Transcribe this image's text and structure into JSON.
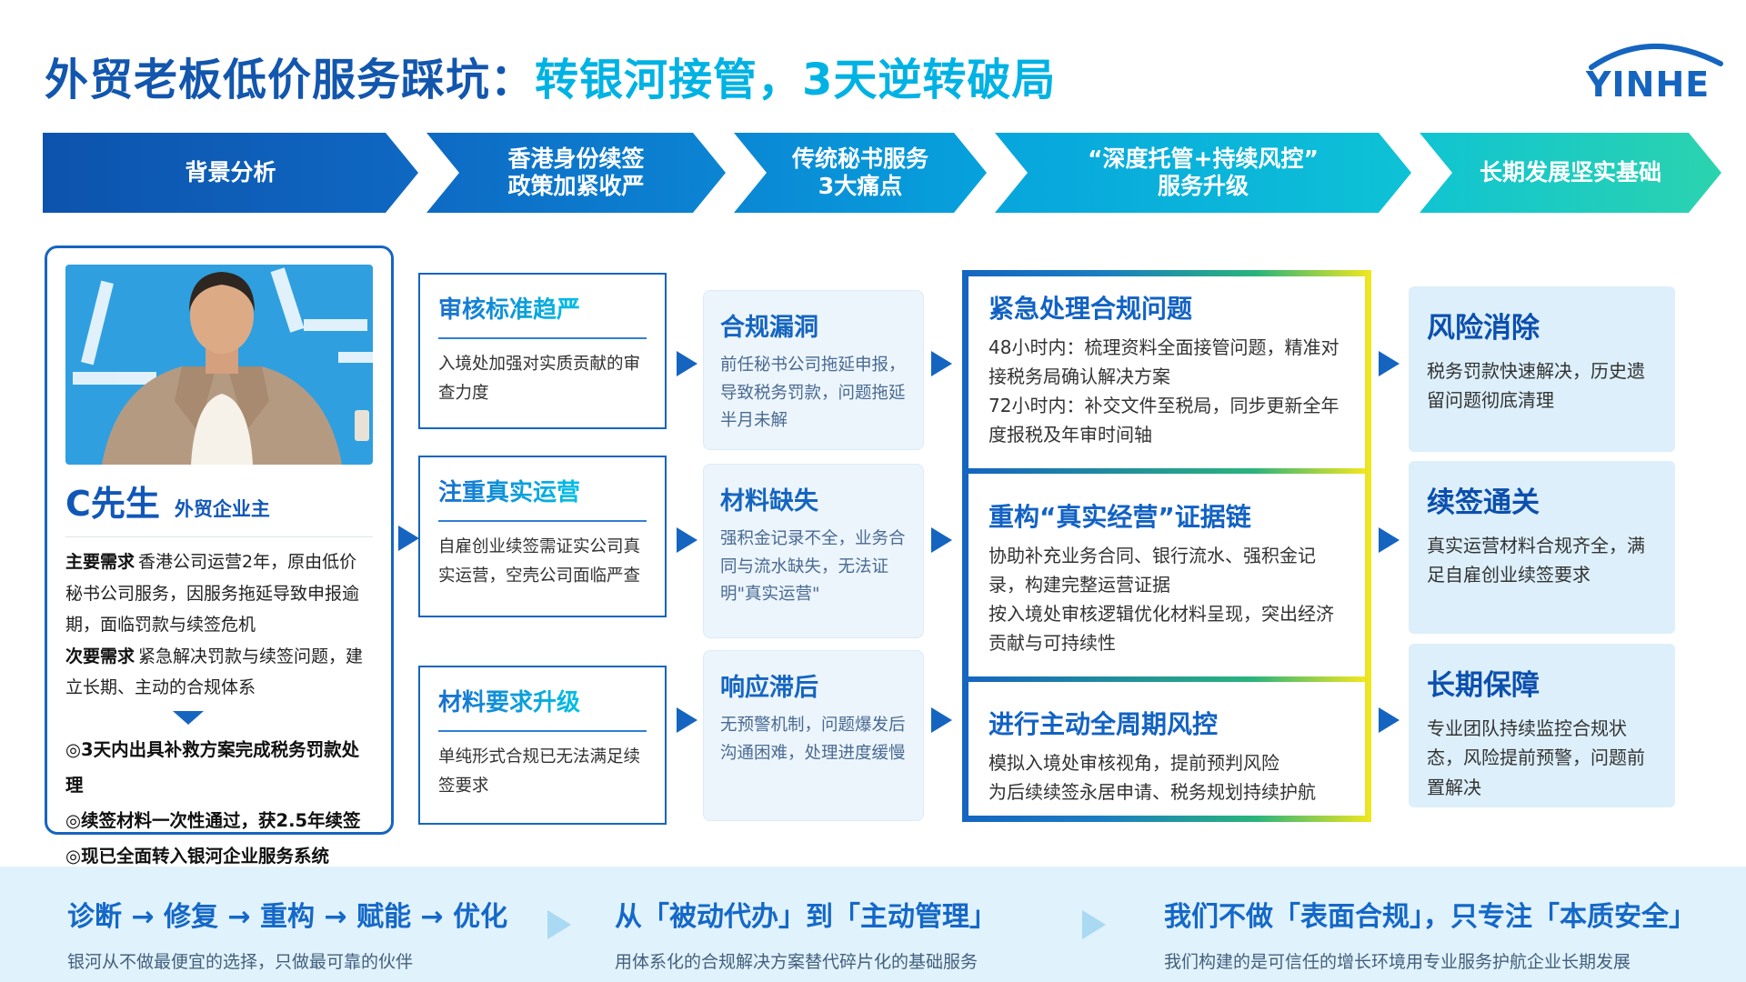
{
  "title": {
    "dark": "外贸老板低价服务踩坑：",
    "accent": "转银河接管，3天逆转破局"
  },
  "logo": {
    "text": "YINHE"
  },
  "banner": {
    "segments": [
      {
        "line1": "背景分析",
        "line2": ""
      },
      {
        "line1": "香港身份续签",
        "line2": "政策加紧收严"
      },
      {
        "line1": "传统秘书服务",
        "line2": "3大痛点"
      },
      {
        "line1": "“深度托管+持续风控”",
        "line2": "服务升级"
      },
      {
        "line1": "长期发展坚实基础",
        "line2": ""
      }
    ]
  },
  "profile": {
    "name": "C先生",
    "role": "外贸企业主",
    "need1_label": "主要需求",
    "need1_text": "香港公司运营2年，原由低价秘书公司服务，因服务拖延导致申报逾期，面临罚款与续签危机",
    "need2_label": "次要需求",
    "need2_text": "紧急解决罚款与续签问题，建立长期、主动的合规体系",
    "results": [
      "◎3天内出具补救方案完成税务罚款处理",
      "◎续签材料一次性通过，获2.5年续签",
      "◎现已全面转入银河企业服务系统"
    ]
  },
  "policy_boxes": [
    {
      "title": "审核标准趋严",
      "body": "入境处加强对实质贡献的审查力度"
    },
    {
      "title": "注重真实运营",
      "body": "自雇创业续签需证实公司真实运营，空壳公司面临严查"
    },
    {
      "title": "材料要求升级",
      "body": "单纯形式合规已无法满足续签要求"
    }
  ],
  "pain_boxes": [
    {
      "title": "合规漏洞",
      "body": "前任秘书公司拖延申报，导致税务罚款，问题拖延半月未解"
    },
    {
      "title": "材料缺失",
      "body": "强积金记录不全，业务合同与流水缺失，无法证明\"真实运营\""
    },
    {
      "title": "响应滞后",
      "body": "无预警机制，问题爆发后沟通困难，处理进度缓慢"
    }
  ],
  "solution_sections": [
    {
      "title": "紧急处理合规问题",
      "line1": "48小时内：梳理资料全面接管问题，精准对接税务局确认解决方案",
      "line2": "72小时内：补交文件至税局，同步更新全年度报税及年审时间轴"
    },
    {
      "title": "重构“真实经营”证据链",
      "line1": "协助补充业务合同、银行流水、强积金记录，构建完整运营证据",
      "line2": "按入境处审核逻辑优化材料呈现，突出经济贡献与可持续性"
    },
    {
      "title": "进行主动全周期风控",
      "line1": "模拟入境处审核视角，提前预判风险",
      "line2": "为后续续签永居申请、税务规划持续护航"
    }
  ],
  "outcome_boxes": [
    {
      "title": "风险消除",
      "body": "税务罚款快速解决，历史遗留问题彻底清理"
    },
    {
      "title": "续签通关",
      "body": "真实运营材料合规齐全，满足自雇创业续签要求"
    },
    {
      "title": "长期保障",
      "body": "专业团队持续监控合规状态，风险提前预警，问题前置解决"
    }
  ],
  "footer": {
    "blocks": [
      {
        "title": "诊断 → 修复 → 重构 → 赋能 → 优化",
        "subtitle": "银河从不做最便宜的选择，只做最可靠的伙伴"
      },
      {
        "title": "从「被动代办」到「主动管理」",
        "subtitle": "用体系化的合规解决方案替代碎片化的基础服务"
      },
      {
        "title": "我们不做「表面合规」，只专注「本质安全」",
        "subtitle": "我们构建的是可信任的增长环境用专业服务护航企业长期发展"
      }
    ]
  },
  "colors": {
    "accent_blue": "#1565C0",
    "accent_cyan": "#00B2E3",
    "frame_yellow": "#F2E71E"
  }
}
